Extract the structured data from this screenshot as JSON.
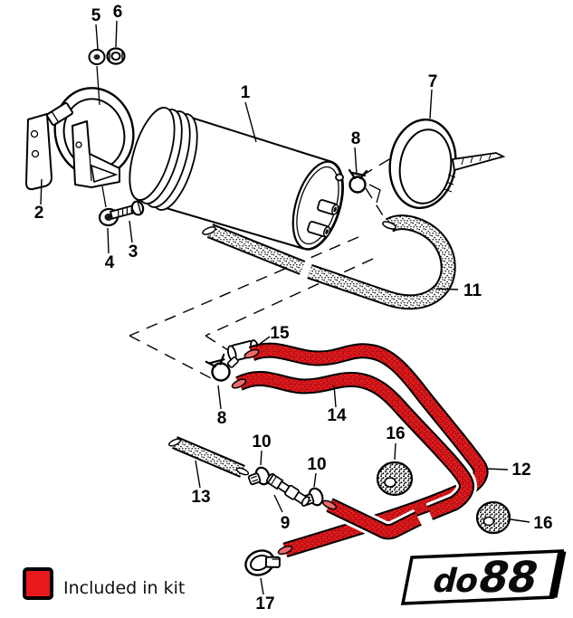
{
  "diagram": {
    "kind": "exploded-parts-diagram"
  },
  "callouts": {
    "part1": "1",
    "part2": "2",
    "part3": "3",
    "part4": "4",
    "part5": "5",
    "part6": "6",
    "part7": "7",
    "part8_upper": "8",
    "part8_lower": "8",
    "part9": "9",
    "part10_left": "10",
    "part10_right": "10",
    "part11": "11",
    "part12": "12",
    "part13": "13",
    "part14": "14",
    "part15": "15",
    "part16_left": "16",
    "part16_right": "16",
    "part17": "17"
  },
  "legend": {
    "label": "Included in kit",
    "swatch_color": "#e8191c"
  },
  "logo": {
    "text": "do88",
    "text_do": "do",
    "text_88": "88"
  },
  "colors": {
    "kit_red": "#e8191c",
    "kit_red_dark": "#7d0d10",
    "line": "#000000"
  }
}
